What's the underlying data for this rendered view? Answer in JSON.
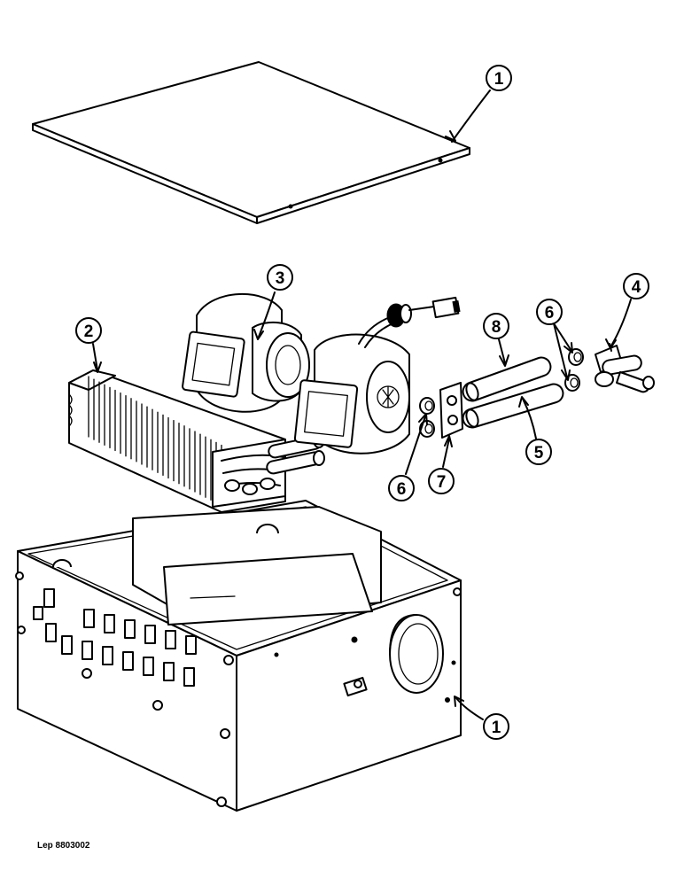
{
  "callouts": {
    "c1_top": "1",
    "c2": "2",
    "c3": "3",
    "c4": "4",
    "c5": "5",
    "c6_left": "6",
    "c6_right": "6",
    "c7": "7",
    "c8": "8",
    "c1_bottom": "1"
  },
  "reference_code": "Lep 8803002"
}
